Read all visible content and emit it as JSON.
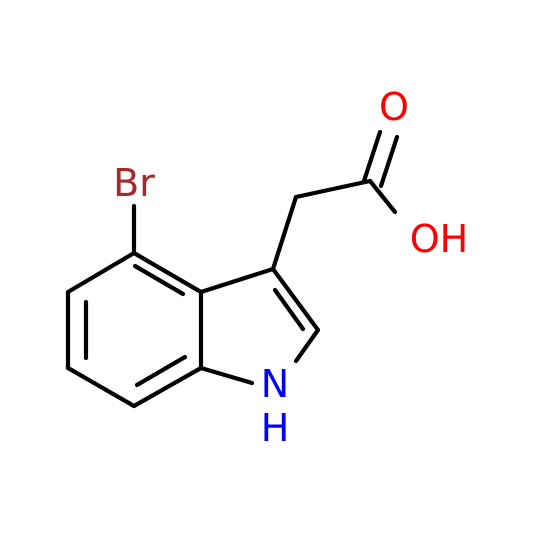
{
  "atoms": {
    "br": {
      "text": "Br",
      "color": "#A52A2A"
    },
    "o_carbonyl": {
      "text": "O",
      "color": "#FF0000"
    },
    "o_hydroxyl": {
      "text": "OH",
      "color": "#FF0000"
    },
    "nh": {
      "text": "N",
      "color": "#0000FF"
    },
    "nh_h": {
      "text": "H",
      "color": "#0000FF"
    }
  },
  "colors": {
    "bond": "#000000",
    "background": "#FFFFFF"
  }
}
